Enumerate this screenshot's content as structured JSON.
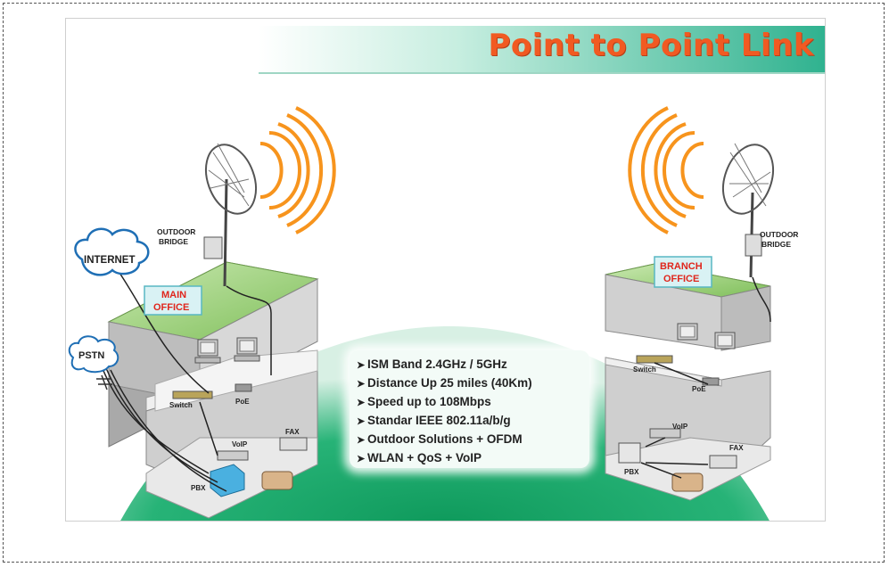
{
  "title": "Point to Point Link",
  "labels": {
    "internet": "INTERNET",
    "pstn": "PSTN",
    "outdoor_bridge_left_1": "OUTDOOR",
    "outdoor_bridge_left_2": "BRIDGE",
    "outdoor_bridge_right_1": "OUTDOOR",
    "outdoor_bridge_right_2": "BRIDGE",
    "main_office_1": "MAIN",
    "main_office_2": "OFFICE",
    "branch_office_1": "BRANCH",
    "branch_office_2": "OFFICE",
    "switch_left": "Switch",
    "poe_left": "PoE",
    "voip_left": "VoIP",
    "fax_left": "FAX",
    "pbx_left": "PBX",
    "switch_right": "Switch",
    "poe_right": "PoE",
    "voip_right": "VoIP",
    "fax_right": "FAX",
    "pbx_right": "PBX"
  },
  "features": [
    "ISM Band 2.4GHz / 5GHz",
    "Distance Up 25 miles (40Km)",
    "Speed up to 108Mbps",
    "Standar IEEE 802.11a/b/g",
    "Outdoor Solutions + OFDM",
    "WLAN + QoS + VoIP"
  ],
  "colors": {
    "title": "#f15a22",
    "band": "#2fb28f",
    "ground": "#1faa6e",
    "signal": "#f7941d",
    "office_label": "#e0261c",
    "office_box": "#d9f2f4"
  }
}
